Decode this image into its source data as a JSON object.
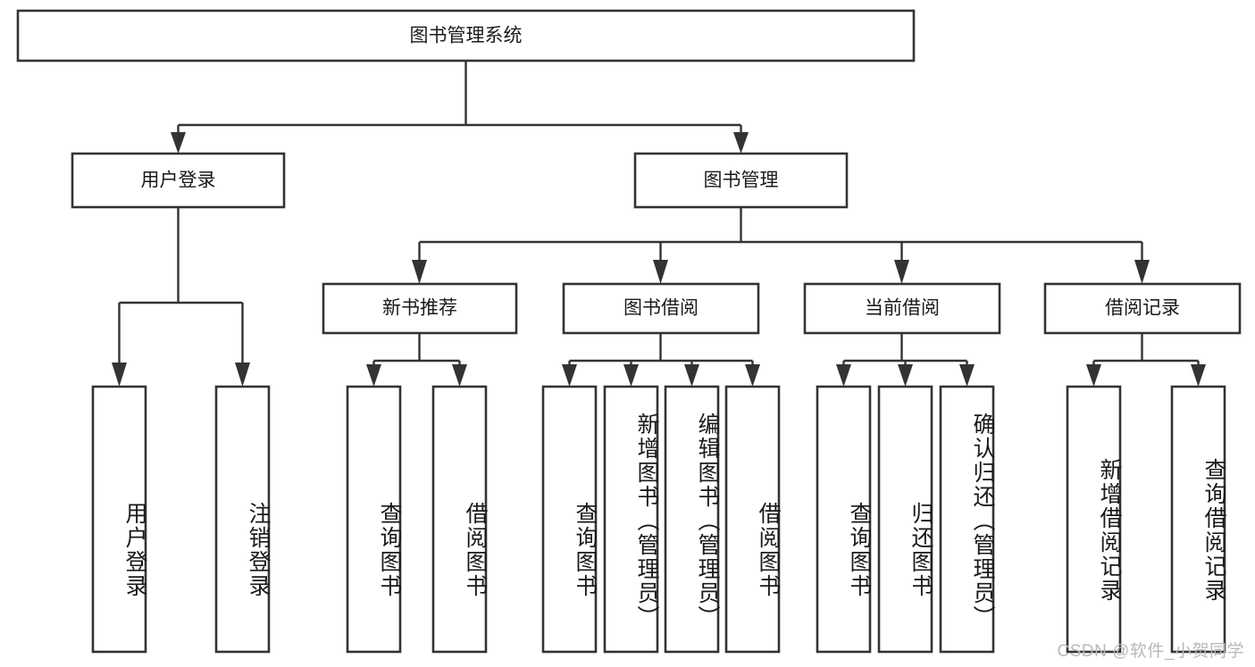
{
  "diagram": {
    "title_node": {
      "label": "图书管理系统"
    },
    "level2": [
      {
        "id": "user-login",
        "label": "用户登录"
      },
      {
        "id": "book-management",
        "label": "图书管理"
      }
    ],
    "level3": [
      {
        "id": "new-book-recommend",
        "label": "新书推荐"
      },
      {
        "id": "book-borrow",
        "label": "图书借阅"
      },
      {
        "id": "current-borrow",
        "label": "当前借阅"
      },
      {
        "id": "borrow-record",
        "label": "借阅记录"
      }
    ],
    "leaves": [
      {
        "id": "leaf-user-login",
        "label": "用户登录",
        "parent": "user-login"
      },
      {
        "id": "leaf-logout-login",
        "label": "注销登录",
        "parent": "user-login"
      },
      {
        "id": "leaf-query-book-1",
        "label": "查询图书",
        "parent": "new-book-recommend"
      },
      {
        "id": "leaf-borrow-book-1",
        "label": "借阅图书",
        "parent": "new-book-recommend"
      },
      {
        "id": "leaf-query-book-2",
        "label": "查询图书",
        "parent": "book-borrow"
      },
      {
        "id": "leaf-add-book",
        "label": "新增图书（管理员）",
        "parent": "book-borrow"
      },
      {
        "id": "leaf-edit-book",
        "label": "编辑图书（管理员）",
        "parent": "book-borrow"
      },
      {
        "id": "leaf-borrow-book-2",
        "label": "借阅图书",
        "parent": "book-borrow"
      },
      {
        "id": "leaf-query-book-3",
        "label": "查询图书",
        "parent": "current-borrow"
      },
      {
        "id": "leaf-return-book",
        "label": "归还图书",
        "parent": "current-borrow"
      },
      {
        "id": "leaf-confirm-return",
        "label": "确认归还（管理员）",
        "parent": "current-borrow"
      },
      {
        "id": "leaf-add-record",
        "label": "新增借阅记录",
        "parent": "borrow-record"
      },
      {
        "id": "leaf-query-record",
        "label": "查询借阅记录",
        "parent": "borrow-record"
      }
    ],
    "watermark": "CSDN @软件_小贺同学",
    "colors": {
      "stroke": "#333333",
      "fill": "#ffffff",
      "text": "#1a1a1a",
      "watermark": "#b9b9b9"
    }
  }
}
